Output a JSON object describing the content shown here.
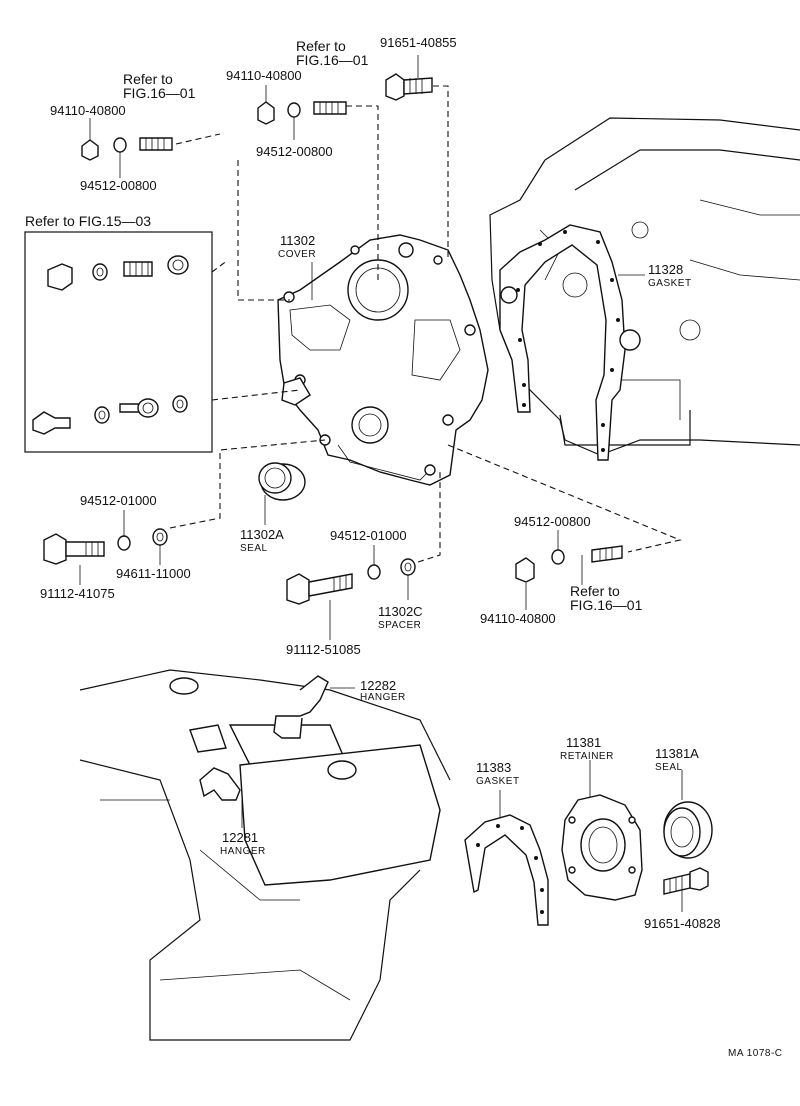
{
  "figure": {
    "code": "MA 1078-C"
  },
  "references": {
    "fig16_a": "Refer to\nFIG.16—01",
    "fig16_b": "Refer to\nFIG.16—01",
    "fig16_c": "Refer to\nFIG.16—01",
    "fig15": "Refer to FIG.15—03"
  },
  "parts": {
    "p94110_a": {
      "number": "94110-40800"
    },
    "p94512_a": {
      "number": "94512-00800"
    },
    "p94110_b": {
      "number": "94110-40800"
    },
    "p94512_b": {
      "number": "94512-00800"
    },
    "p91651_a": {
      "number": "91651-40855"
    },
    "p11302": {
      "number": "11302",
      "name": "COVER"
    },
    "p11328": {
      "number": "11328",
      "name": "GASKET"
    },
    "p11302A": {
      "number": "11302A",
      "name": "SEAL"
    },
    "p94512_c": {
      "number": "94512-01000"
    },
    "p94611": {
      "number": "94611-11000"
    },
    "p91112_a": {
      "number": "91112-41075"
    },
    "p94512_d": {
      "number": "94512-01000"
    },
    "p91112_b": {
      "number": "91112-51085"
    },
    "p11302C": {
      "number": "11302C",
      "name": "SPACER"
    },
    "p94512_e": {
      "number": "94512-00800"
    },
    "p94110_c": {
      "number": "94110-40800"
    },
    "p12282": {
      "number": "12282",
      "name": "HANGER"
    },
    "p12281": {
      "number": "12281",
      "name": "HANGER"
    },
    "p11383": {
      "number": "11383",
      "name": "GASKET"
    },
    "p11381": {
      "number": "11381",
      "name": "RETAINER"
    },
    "p11381A": {
      "number": "11381A",
      "name": "SEAL"
    },
    "p91651_b": {
      "number": "91651-40828"
    }
  }
}
